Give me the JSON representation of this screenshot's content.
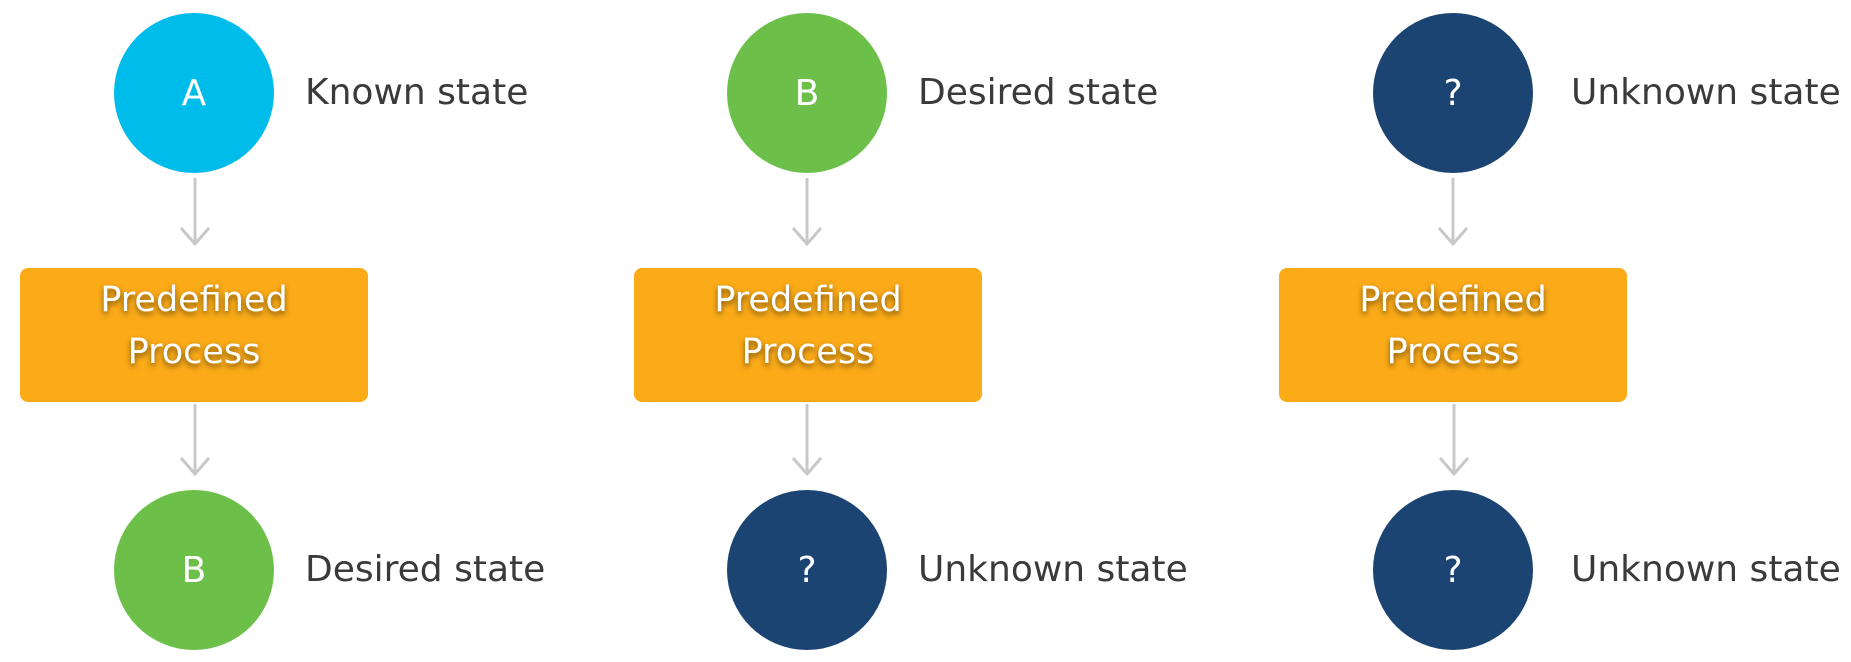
{
  "colors": {
    "known": "#00BCEB",
    "desired": "#6CC04A",
    "unknown": "#1B4472",
    "process": "#FBAB18",
    "arrow": "#C8C8C8",
    "label_text": "#3A3A3A"
  },
  "flows": [
    {
      "top": {
        "symbol": "A",
        "label": "Known state",
        "color": "known"
      },
      "process": {
        "line1": "Predefined",
        "line2": "Process"
      },
      "bottom": {
        "symbol": "B",
        "label": "Desired state",
        "color": "desired"
      }
    },
    {
      "top": {
        "symbol": "B",
        "label": "Desired state",
        "color": "desired"
      },
      "process": {
        "line1": "Predefined",
        "line2": "Process"
      },
      "bottom": {
        "symbol": "?",
        "label": "Unknown state",
        "color": "unknown"
      }
    },
    {
      "top": {
        "symbol": "?",
        "label": "Unknown state",
        "color": "unknown"
      },
      "process": {
        "line1": "Predefined",
        "line2": "Process"
      },
      "bottom": {
        "symbol": "?",
        "label": "Unknown state",
        "color": "unknown"
      }
    }
  ]
}
